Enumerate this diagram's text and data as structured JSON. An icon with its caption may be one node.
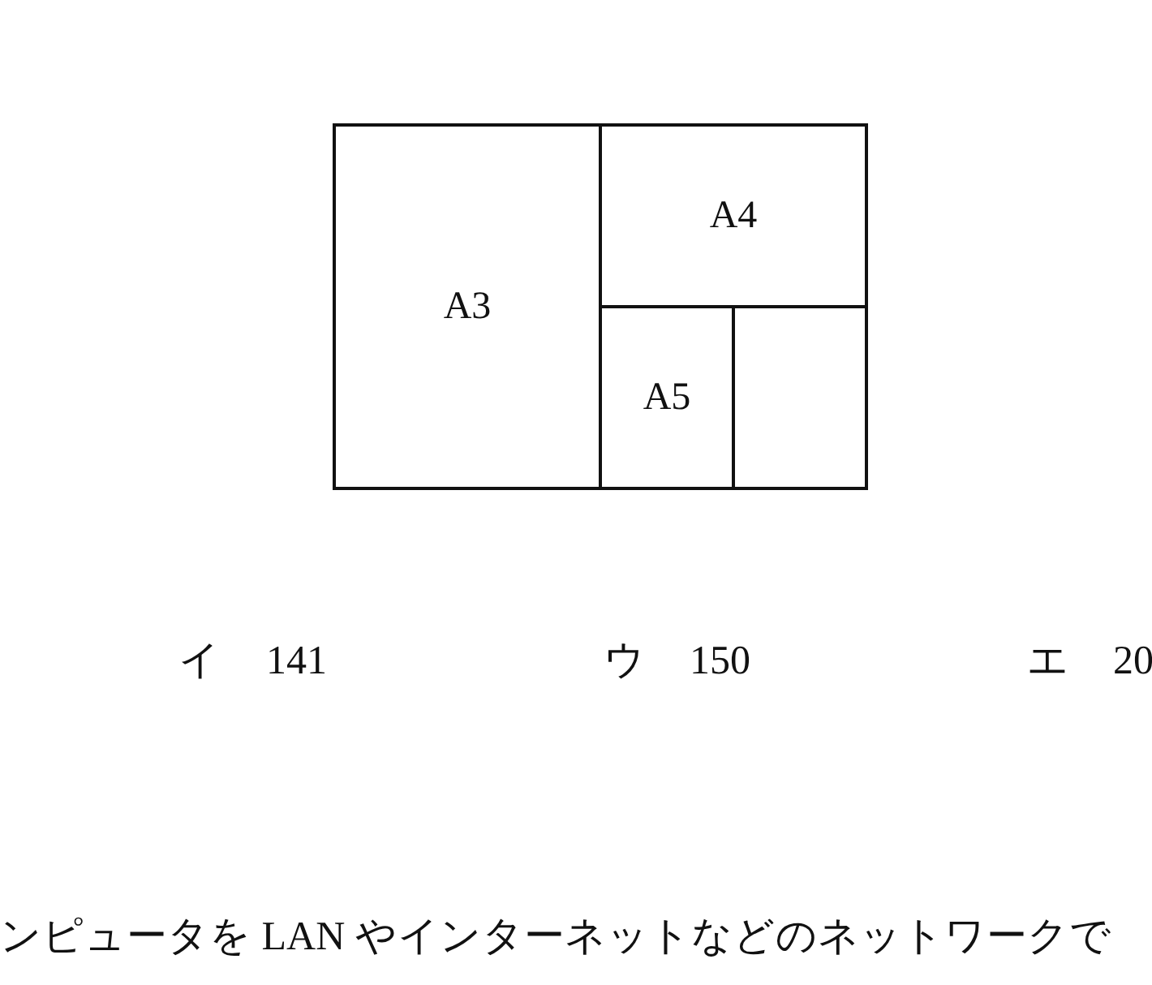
{
  "diagram": {
    "nodes": [
      {
        "text": [],
        "shape": "box"
      },
      {
        "text": [
          "A3"
        ],
        "in": 0
      },
      {
        "text": [
          "A4"
        ],
        "in": 0
      },
      {
        "text": [
          "A5"
        ],
        "in": 0
      },
      {
        "text": [],
        "shape": "box",
        "in": 0
      }
    ],
    "labels": [
      "イ",
      "141",
      "ウ",
      "150",
      "エ",
      "20",
      "ンピュータを LAN やインターネットなどのネットワークで"
    ]
  }
}
